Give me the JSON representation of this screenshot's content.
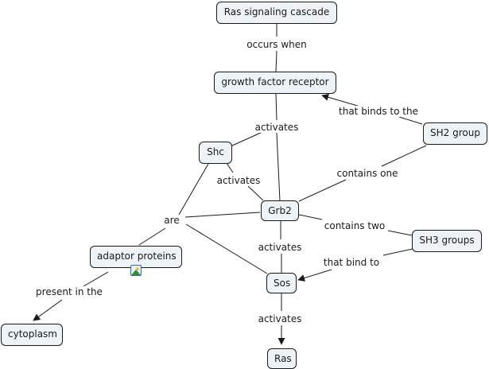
{
  "diagram": {
    "type": "concept-map",
    "colors": {
      "node_fill": "#eef3f7",
      "node_border": "#1a1a1a",
      "line": "#1a1a1a"
    },
    "concepts": {
      "ras_cascade": "Ras signaling cascade",
      "gf_receptor": "growth factor receptor",
      "shc": "Shc",
      "sh2": "SH2 group",
      "grb2": "Grb2",
      "sh3": "SH3 groups",
      "adaptor": "adaptor proteins",
      "sos": "Sos",
      "cytoplasm": "cytoplasm",
      "ras": "Ras"
    },
    "links": {
      "occurs_when": "occurs when",
      "that_binds_to_the": "that binds to the",
      "activates_gfr": "activates",
      "contains_one": "contains one",
      "activates_shc": "activates",
      "are": "are",
      "contains_two": "contains two",
      "activates_grb2": "activates",
      "that_bind_to": "that bind to",
      "present_in_the": "present in the",
      "activates_sos": "activates"
    },
    "resources": {
      "adaptor_icon": "image-resource-icon"
    }
  }
}
